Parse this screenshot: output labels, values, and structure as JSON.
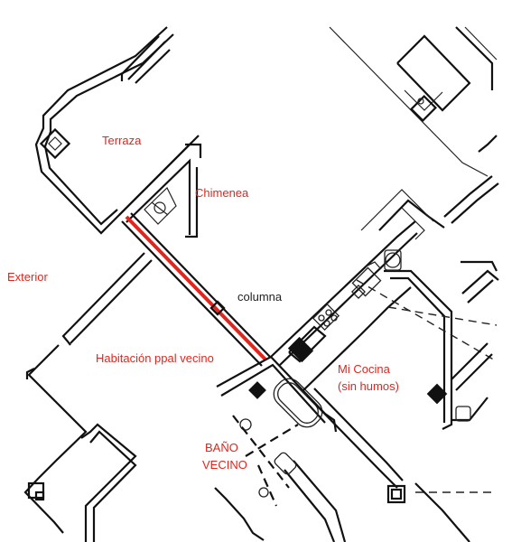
{
  "labels": {
    "terraza": "Terraza",
    "chimenea": "Chimenea",
    "exterior": "Exterior",
    "columna": "columna",
    "habitacion": "Habitación ppal vecino",
    "cocina_1": "Mi Cocina",
    "cocina_2": "(sin humos)",
    "bano_1": "BAÑO",
    "bano_2": "VECINO"
  },
  "colors": {
    "label_red": "#e0261f",
    "highlight_line": "#e0261f",
    "wall": "#111111"
  }
}
